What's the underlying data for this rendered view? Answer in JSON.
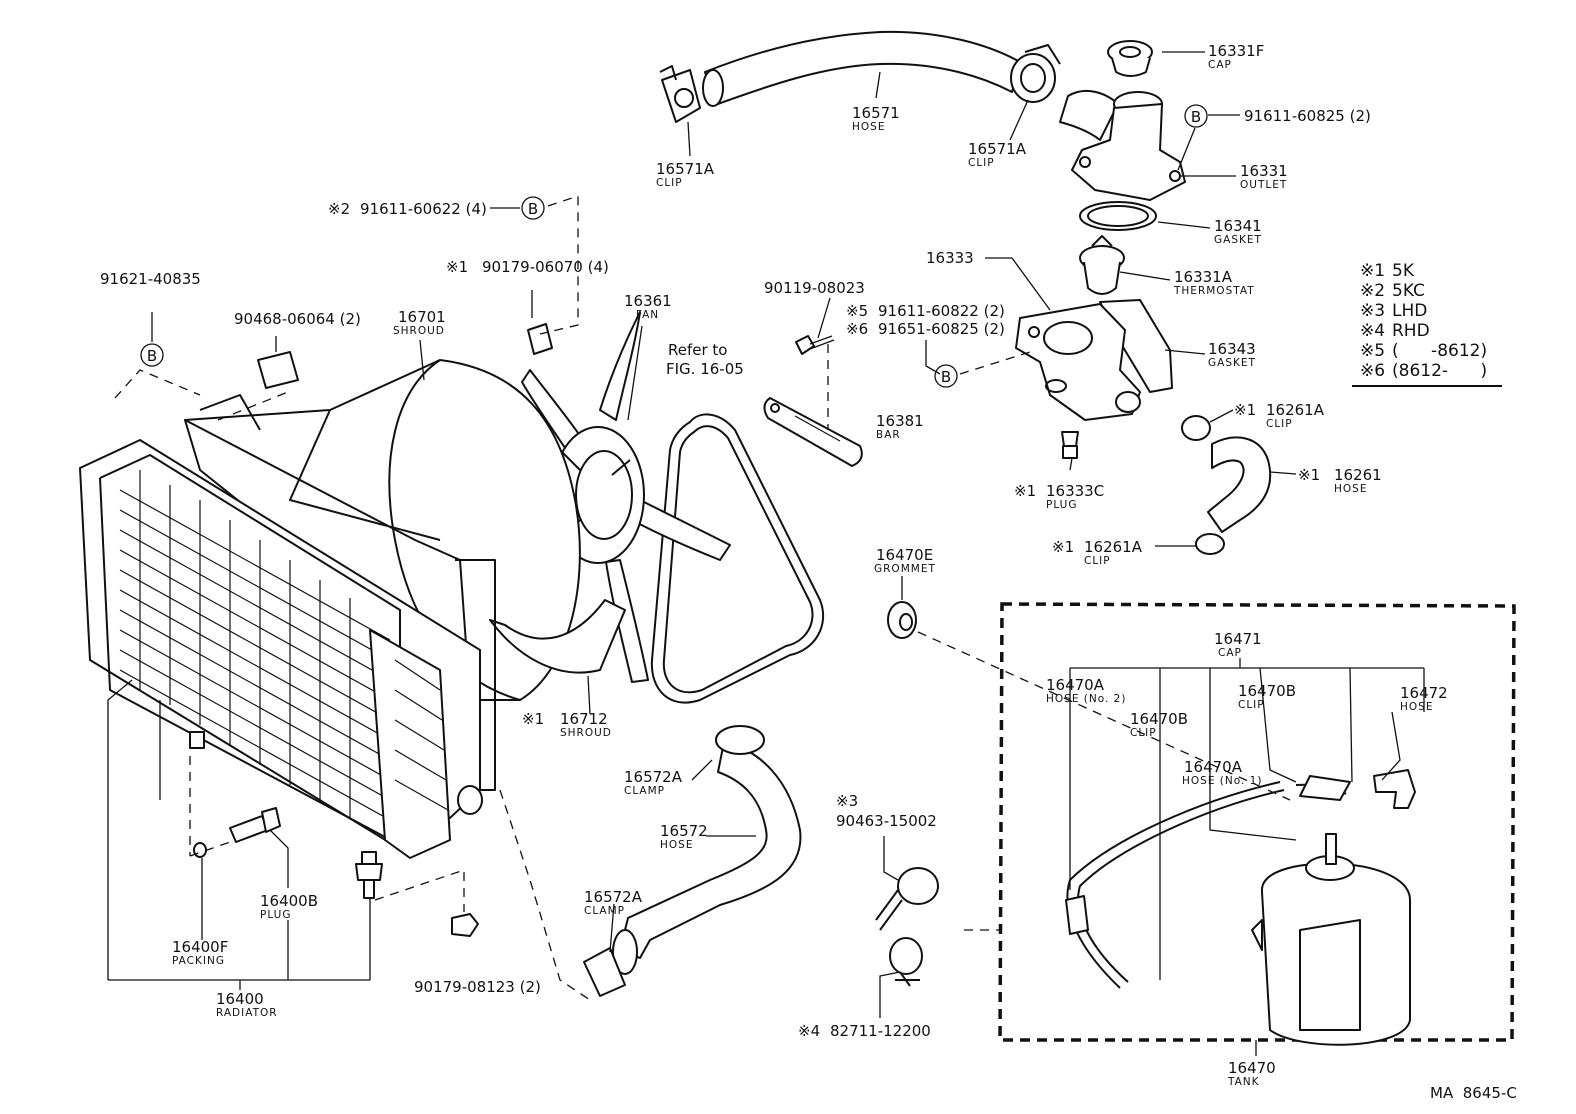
{
  "labels": {
    "l1": {
      "pn": "16331F",
      "name": "CAP"
    },
    "l2": {
      "pn": "91611-60825 (2)"
    },
    "l3": {
      "pn": "16331",
      "name": "OUTLET"
    },
    "l4": {
      "pn": "16341",
      "name": "GASKET"
    },
    "l5": {
      "pn": "16331A",
      "name": "THERMOSTAT"
    },
    "l6": {
      "pn": "16343",
      "name": "GASKET"
    },
    "l7": {
      "pn": "16333"
    },
    "l8": {
      "pn": "16571",
      "name": "HOSE"
    },
    "l9": {
      "pn": "16571A",
      "name": "CLIP"
    },
    "l10": {
      "pn": "16571A",
      "name": "CLIP"
    },
    "l11": {
      "pn": "91611-60622 (4)",
      "mark": "※2"
    },
    "l12": {
      "pn": "90179-06070 (4)",
      "mark": "※1"
    },
    "l13": {
      "pn": "91621-40835"
    },
    "l14": {
      "pn": "90468-06064 (2)"
    },
    "l15": {
      "pn": "16701",
      "name": "SHROUD"
    },
    "l16": {
      "pn": "16361",
      "name": "FAN"
    },
    "l17": {
      "pn": "90119-08023"
    },
    "l18": {
      "pn": "91611-60822 (2)",
      "mark": "※5"
    },
    "l19": {
      "pn": "91651-60825 (2)",
      "mark": "※6"
    },
    "l20": {
      "pn": "16381",
      "name": "BAR"
    },
    "l21": {
      "pn": "16261A",
      "name": "CLIP",
      "mark": "※1"
    },
    "l22": {
      "pn": "16261",
      "name": "HOSE",
      "mark": "※1"
    },
    "l23": {
      "pn": "16333C",
      "name": "PLUG",
      "mark": "※1"
    },
    "l24": {
      "pn": "16261A",
      "name": "CLIP",
      "mark": "※1"
    },
    "l25": {
      "pn": "16470E",
      "name": "GROMMET"
    },
    "l26": {
      "pn": "16712",
      "name": "SHROUD",
      "mark": "※1"
    },
    "l27": {
      "pn": "16572A",
      "name": "CLAMP"
    },
    "l28": {
      "pn": "16572",
      "name": "HOSE"
    },
    "l29": {
      "pn": "16572A",
      "name": "CLAMP"
    },
    "l30": {
      "pn": "90463-15002",
      "mark": "※3"
    },
    "l31": {
      "pn": "82711-12200",
      "mark": "※4"
    },
    "l32": {
      "pn": "16400B",
      "name": "PLUG"
    },
    "l33": {
      "pn": "16400F",
      "name": "PACKING"
    },
    "l34": {
      "pn": "16400",
      "name": "RADIATOR"
    },
    "l35": {
      "pn": "90179-08123 (2)"
    },
    "l36": {
      "pn": "16471",
      "name": "CAP"
    },
    "l37": {
      "pn": "16470A",
      "name": "HOSE (No. 2)"
    },
    "l38": {
      "pn": "16470B",
      "name": "CLIP"
    },
    "l39": {
      "pn": "16470B",
      "name": "CLIP"
    },
    "l40": {
      "pn": "16472",
      "name": "HOSE"
    },
    "l41": {
      "pn": "16470A",
      "name": "HOSE (No. 1)"
    },
    "l42": {
      "pn": "16470",
      "name": "TANK"
    }
  },
  "refer": {
    "line1": "Refer to",
    "line2": "FIG. 16-05"
  },
  "bolt_symbol": "B",
  "legend": [
    {
      "mark": "※1",
      "text": "5K"
    },
    {
      "mark": "※2",
      "text": "5KC"
    },
    {
      "mark": "※3",
      "text": "LHD"
    },
    {
      "mark": "※4",
      "text": "RHD"
    },
    {
      "mark": "※5",
      "text": "(      -8612)"
    },
    {
      "mark": "※6",
      "text": "(8612-      )"
    }
  ],
  "footer_code": "MA  8645-C",
  "colors": {
    "ink": "#111111",
    "paper": "#ffffff"
  }
}
